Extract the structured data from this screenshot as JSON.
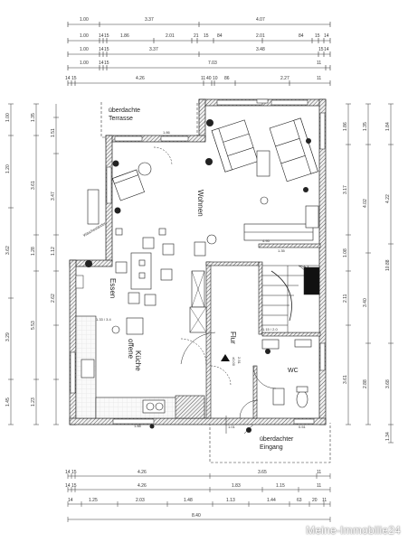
{
  "rooms": {
    "terrace": [
      "überdachte",
      "Terrasse"
    ],
    "wohnen": "Wohnen",
    "essen": "Essen",
    "kueche": [
      "offene",
      "Küche"
    ],
    "flur": "Flur",
    "wc": "WC",
    "eingang": [
      "überdachter",
      "Eingang"
    ]
  },
  "labels": {
    "rack": "Wäscheständer",
    "stair_top": "1.35",
    "stair_mid": "4.95",
    "wall_top": "1.86",
    "wall_bottom": "1.88",
    "wc_window": "0.51",
    "entrance_door": "1.01",
    "kitchen_meas": "1.33 / 3.4",
    "stair_marks": "1.15 / 2.0",
    "corridor_level": "±0.00",
    "corridor_height": "2.51"
  },
  "dims_top": [
    {
      "row": 1,
      "labels": [
        "1.00",
        "3.37",
        "4.07"
      ]
    },
    {
      "row": 2,
      "labels": [
        "1.00",
        "14",
        "15",
        "1.86",
        "2.01",
        "21",
        "15",
        "84",
        "2.01",
        "84",
        "15",
        "14"
      ]
    },
    {
      "row": 3,
      "labels": [
        "1.00",
        "14",
        "15",
        "3.37",
        "3.48",
        "15",
        "14"
      ]
    },
    {
      "row": 4,
      "labels": [
        "1.00",
        "14",
        "15",
        "7.03",
        "11"
      ]
    },
    {
      "row": 5,
      "labels": [
        "14",
        "15",
        "4.26",
        "11",
        "40",
        "10",
        "86",
        "2.27",
        "11"
      ]
    }
  ],
  "dims_bottom": [
    {
      "row": 1,
      "labels": [
        "14",
        "15",
        "4.26",
        "3.65",
        "11"
      ]
    },
    {
      "row": 2,
      "labels": [
        "14",
        "15",
        "4.26",
        "1.83",
        "1.15",
        "11"
      ]
    },
    {
      "row": 3,
      "labels": [
        "14",
        "1.25",
        "2.03",
        "1.48",
        "1.13",
        "1.44",
        "63",
        "20",
        "11"
      ]
    },
    {
      "row": 4,
      "labels": [
        "8.40"
      ]
    }
  ],
  "dims_left_outer": [
    "1.00",
    "1.20",
    "3.62",
    "3.29",
    "1.45"
  ],
  "dims_left_mid": [
    "1.35",
    "3.61",
    "1.28",
    "5.53",
    "1.23"
  ],
  "dims_left_inner": [
    "1.51",
    "3.47",
    "1.12",
    "2.62"
  ],
  "dims_right_inner": [
    "1.86",
    "3.17",
    "1.08",
    "2.11",
    "3.61"
  ],
  "dims_right_mid": [
    "1.35",
    "4.02",
    "3.40",
    "2.88"
  ],
  "dims_right_outer": [
    "1.84",
    "4.22",
    "10.88",
    "3.68",
    "1.34"
  ],
  "watermark": "Meine-Immobilie24"
}
